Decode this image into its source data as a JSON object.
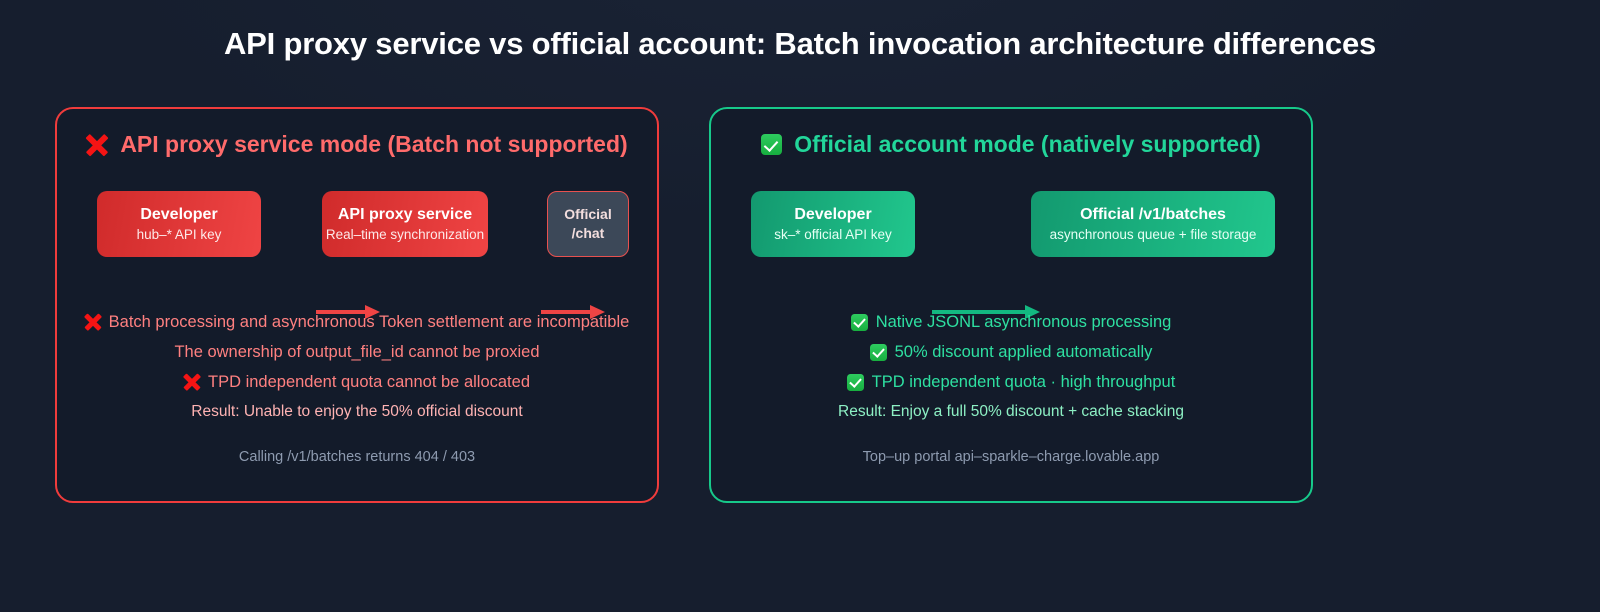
{
  "header": {
    "title": "API proxy service vs official account: Batch invocation architecture differences"
  },
  "colors": {
    "page_bg": "#161e2e",
    "panel_bg": "#131b2a",
    "red_border": "#f03c3c",
    "green_border": "#17c98a",
    "red_accent": "#ff6b6b",
    "green_accent": "#22d69a",
    "muted_text": "#8e9bb0"
  },
  "left_panel": {
    "icon": "red-x-icon",
    "heading": "API proxy service mode (Batch not supported)",
    "nodes": [
      {
        "title": "Developer",
        "subtitle": "hub–* API key",
        "style": "red"
      },
      {
        "title": "API proxy service",
        "subtitle": "Real–time synchronization",
        "style": "red"
      },
      {
        "title": "Official",
        "subtitle": "/chat",
        "style": "slate"
      }
    ],
    "arrows": [
      {
        "name": "arrow-developer-to-proxy",
        "color": "red"
      },
      {
        "name": "arrow-proxy-to-official",
        "color": "red"
      }
    ],
    "lines": [
      {
        "icon": "red-x-icon",
        "text": "Batch processing and asynchronous Token settlement are incompatible"
      },
      {
        "icon": "none",
        "text": "The ownership of output_file_id cannot be proxied"
      },
      {
        "icon": "red-x-icon",
        "text": "TPD independent quota cannot be allocated"
      }
    ],
    "result": "Result: Unable to enjoy the 50% official discount",
    "footnote": "Calling /v1/batches returns 404 / 403"
  },
  "right_panel": {
    "icon": "green-check-icon",
    "heading": "Official account mode (natively supported)",
    "nodes": [
      {
        "title": "Developer",
        "subtitle": "sk–* official API key",
        "style": "green"
      },
      {
        "title": "Official /v1/batches",
        "subtitle": "asynchronous queue + file storage",
        "style": "green"
      }
    ],
    "arrows": [
      {
        "name": "arrow-developer-to-batches",
        "color": "green"
      }
    ],
    "lines": [
      {
        "icon": "green-check-icon",
        "text": "Native JSONL asynchronous processing"
      },
      {
        "icon": "green-check-icon",
        "text": "50% discount applied automatically"
      },
      {
        "icon": "green-check-icon",
        "text": "TPD independent quota · high throughput"
      }
    ],
    "result": "Result: Enjoy a full 50% discount + cache stacking",
    "footnote": "Top–up portal api–sparkle–charge.lovable.app"
  }
}
